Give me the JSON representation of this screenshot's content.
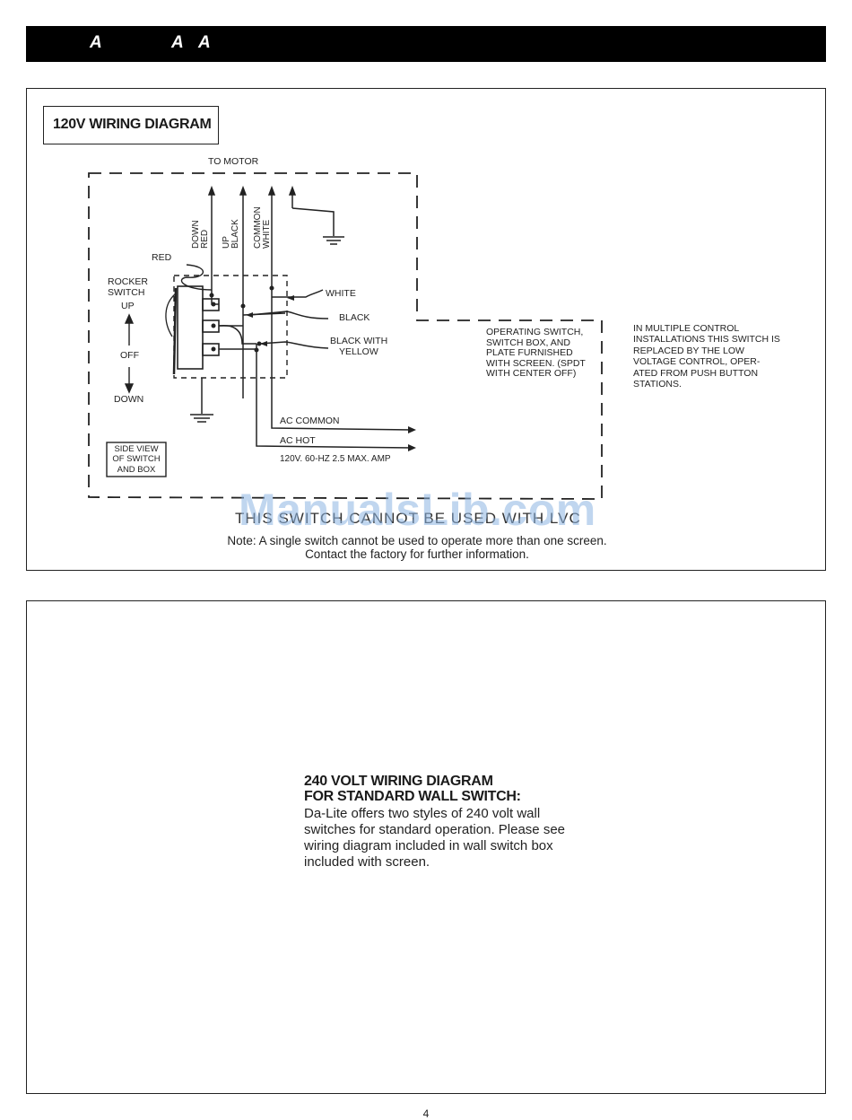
{
  "header": {
    "letters": [
      "A",
      "A",
      "A"
    ]
  },
  "diagram_120v": {
    "title": "120V WIRING DIAGRAM",
    "to_motor": "TO MOTOR",
    "wire_down": [
      "DOWN",
      "RED"
    ],
    "wire_up": [
      "UP",
      "BLACK"
    ],
    "wire_common": [
      "COMMON",
      "WHITE"
    ],
    "red_label": "RED",
    "rocker": [
      "ROCKER",
      "SWITCH"
    ],
    "up": "UP",
    "off": "OFF",
    "down": "DOWN",
    "white": "WHITE",
    "black": "BLACK",
    "black_yellow": [
      "BLACK WITH",
      "YELLOW"
    ],
    "ac_common": "AC COMMON",
    "ac_hot": "AC HOT",
    "rating": "120V. 60-HZ 2.5 MAX. AMP",
    "side_view": [
      "SIDE VIEW",
      "OF SWITCH",
      "AND BOX"
    ],
    "operating_note": "OPERATING SWITCH, SWITCH BOX, AND PLATE FURNISHED WITH SCREEN. (SPDT WITH CENTER OFF)",
    "multiple_note": "IN MULTIPLE CONTROL INSTALLATIONS THIS SWITCH IS REPLACED BY THE LOW VOLTAGE CONTROL, OPER- ATED FROM PUSH BUTTON STATIONS.",
    "warning_partial": "THIS SWITCH CANNOT BE USED WITH LVC",
    "note": "Note: A single switch cannot be used to operate more than one screen. Contact the factory for further information."
  },
  "watermark": "ManualsLib.com",
  "section_240v": {
    "heading_line1": "240 VOLT WIRING DIAGRAM",
    "heading_line2": "FOR STANDARD WALL SWITCH:",
    "body": "Da-Lite offers two styles of 240 volt wall switches for standard operation. Please see wiring diagram included in wall switch box included with screen."
  },
  "page_number": "4"
}
